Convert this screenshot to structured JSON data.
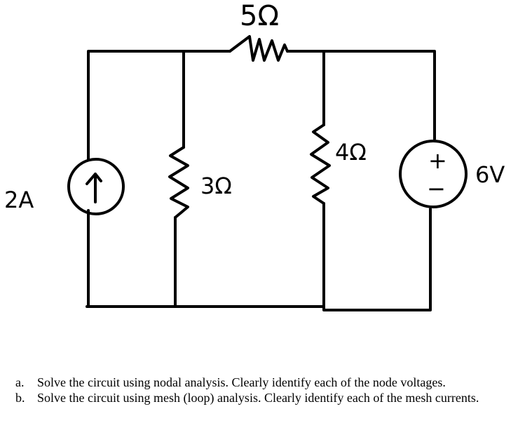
{
  "diagram": {
    "resistor_top": "5Ω",
    "resistor_left": "3Ω",
    "resistor_right": "4Ω",
    "current_source": "2A",
    "voltage_source": "6V",
    "voltage_plus": "+",
    "voltage_minus": "−"
  },
  "questions": [
    {
      "marker": "a.",
      "text": "Solve the circuit using nodal analysis. Clearly identify each of the node voltages."
    },
    {
      "marker": "b.",
      "text": "Solve the circuit using mesh (loop) analysis. Clearly identify each of the mesh currents."
    }
  ]
}
